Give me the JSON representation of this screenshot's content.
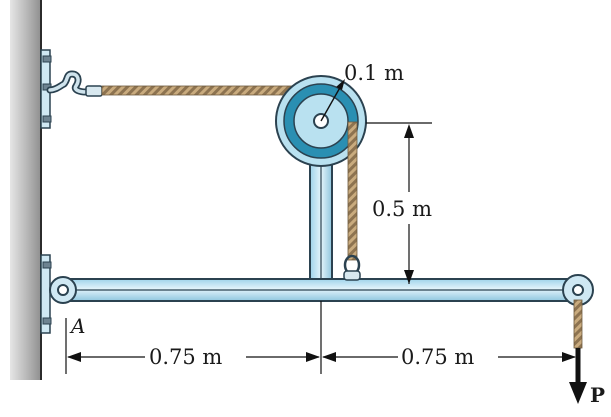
{
  "labels": {
    "pulley_radius": "0.1 m",
    "vertical_dim": "0.5 m",
    "left_span": "0.75 m",
    "right_span": "0.75 m",
    "force": "P",
    "pin": "A"
  },
  "colors": {
    "member_fill": "#bfe3f3",
    "member_outline": "#2b4250",
    "pulley_dark": "#2a8fb2",
    "pulley_light": "#b9e1f0",
    "wall": "#a7a7a7",
    "rope": "#b89a70",
    "line": "#1a1a1a"
  },
  "icons": [
    "hook-icon",
    "bolt-icon",
    "shackle-icon",
    "force-arrow-icon"
  ]
}
